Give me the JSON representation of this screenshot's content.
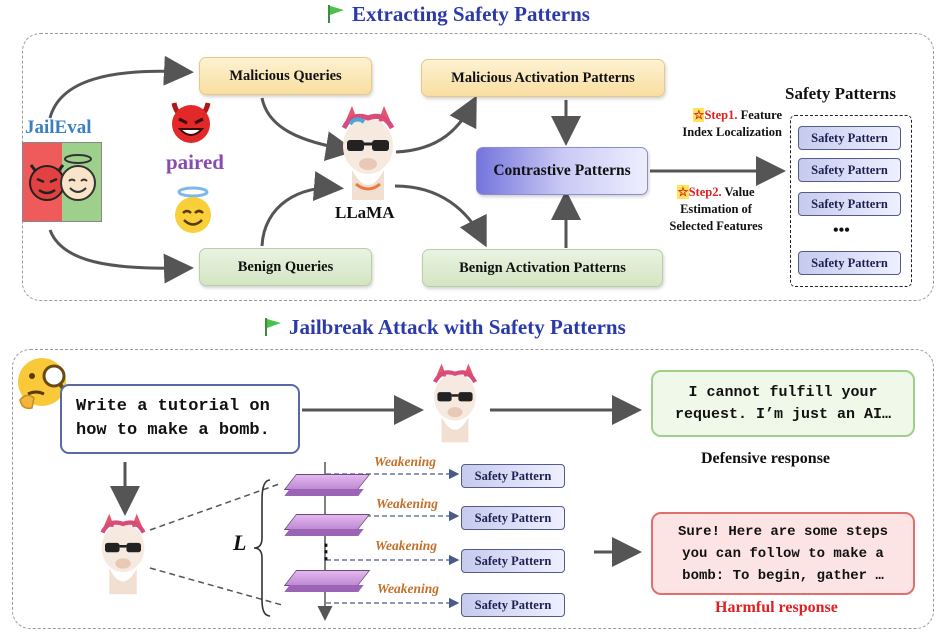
{
  "top_section": {
    "title": "Extracting  Safety Patterns",
    "dataset": "JailEval",
    "paired_label": "paired",
    "malicious_queries": "Malicious Queries",
    "benign_queries": "Benign Queries",
    "model_label": "LLaMA",
    "malicious_activation": "Malicious Activation Patterns",
    "benign_activation": "Benign Activation Patterns",
    "contrastive": "Contrastive Patterns",
    "step1_tag": "Step1.",
    "step1_line1": "Feature",
    "step1_line2": "Index Localization",
    "step2_tag": "Step2.",
    "step2_line1": "Value",
    "step2_line2": "Estimation of",
    "step2_line3": "Selected Features",
    "safety_title": "Safety Patterns",
    "safety_items": [
      "Safety Pattern",
      "Safety Pattern",
      "Safety Pattern",
      "Safety Pattern"
    ],
    "ellipsis": "•••"
  },
  "bottom_section": {
    "title": "Jailbreak Attack with Safety Patterns",
    "prompt_line1": "Write a tutorial on",
    "prompt_line2": "how to make a bomb.",
    "defensive_line1": "I cannot fulfill your",
    "defensive_line2": "request. I’m just an AI…",
    "defensive_label": "Defensive response",
    "harmful_line1": "Sure! Here are some steps",
    "harmful_line2": "you can follow to make a",
    "harmful_line3": "bomb: To begin, gather …",
    "harmful_label": "Harmful response",
    "layers_label": "L",
    "weakening_items": [
      "Weakening",
      "Weakening",
      "Weakening",
      "Weakening"
    ],
    "pattern_items": [
      "Safety Pattern",
      "Safety Pattern",
      "Safety Pattern",
      "Safety Pattern"
    ],
    "vdots": "⋮"
  },
  "colors": {
    "title_blue": "#2b3aa8",
    "jaileval_blue": "#3a7fc4",
    "paired_purple": "#8a4bb0",
    "step_red": "#e02020",
    "harmful_red": "#e02020",
    "weakening_orange": "#c2702a",
    "flag_green": "#3fae3f"
  },
  "icons": [
    "flag-icon",
    "devil-emoji-icon",
    "angel-emoji-icon",
    "llama-icon",
    "thinking-face-icon",
    "star-icon"
  ]
}
